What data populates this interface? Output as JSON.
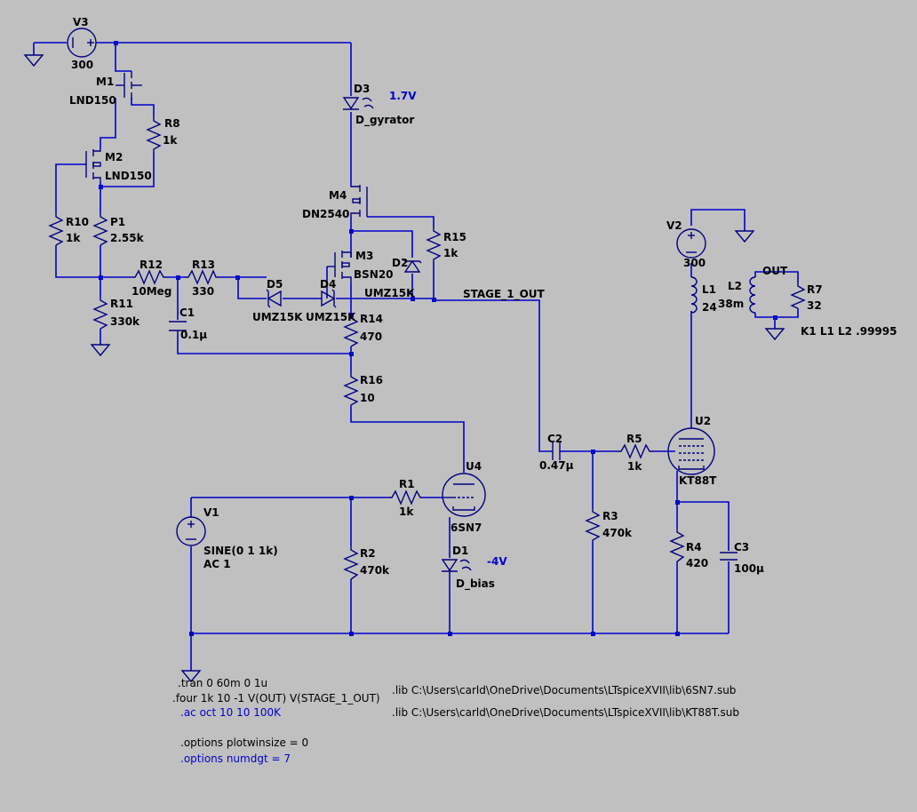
{
  "components": {
    "V3": {
      "ref": "V3",
      "value": "300"
    },
    "M1": {
      "ref": "M1",
      "value": "LND150"
    },
    "R8": {
      "ref": "R8",
      "value": "1k"
    },
    "M2": {
      "ref": "M2",
      "value": "LND150"
    },
    "R10": {
      "ref": "R10",
      "value": "1k"
    },
    "P1": {
      "ref": "P1",
      "value": "2.55k"
    },
    "R11": {
      "ref": "R11",
      "value": "330k"
    },
    "R12": {
      "ref": "R12",
      "value": "10Meg"
    },
    "R13": {
      "ref": "R13",
      "value": "330"
    },
    "C1": {
      "ref": "C1",
      "value": "0.1µ"
    },
    "D3": {
      "ref": "D3",
      "value": "D_gyrator",
      "voltage": "1.7V"
    },
    "M4": {
      "ref": "M4",
      "value": "DN2540"
    },
    "M3": {
      "ref": "M3",
      "value": "BSN20"
    },
    "R15": {
      "ref": "R15",
      "value": "1k"
    },
    "D2": {
      "ref": "D2",
      "value": "UMZ15K"
    },
    "D5": {
      "ref": "D5",
      "value": "UMZ15K"
    },
    "D4": {
      "ref": "D4",
      "value": "UMZ15K"
    },
    "R14": {
      "ref": "R14",
      "value": "470"
    },
    "R16": {
      "ref": "R16",
      "value": "10"
    },
    "U4": {
      "ref": "U4",
      "value": "6SN7"
    },
    "R1": {
      "ref": "R1",
      "value": "1k"
    },
    "V1": {
      "ref": "V1",
      "value": "SINE(0 1 1k)",
      "ac": "AC 1"
    },
    "R2": {
      "ref": "R2",
      "value": "470k"
    },
    "D1": {
      "ref": "D1",
      "value": "D_bias",
      "voltage": "-4V"
    },
    "C2": {
      "ref": "C2",
      "value": "0.47µ"
    },
    "R3": {
      "ref": "R3",
      "value": "470k"
    },
    "R5": {
      "ref": "R5",
      "value": "1k"
    },
    "U2": {
      "ref": "U2",
      "value": "KT88T"
    },
    "R4": {
      "ref": "R4",
      "value": "420"
    },
    "C3": {
      "ref": "C3",
      "value": "100µ"
    },
    "V2": {
      "ref": "V2",
      "value": "300"
    },
    "L1": {
      "ref": "L1",
      "value": "24"
    },
    "L2": {
      "ref": "L2",
      "value": "38m"
    },
    "R7": {
      "ref": "R7",
      "value": "32"
    }
  },
  "nets": {
    "stage1": "STAGE_1_OUT",
    "out": "OUT"
  },
  "coupling": "K1 L1 L2 .99995",
  "directives": {
    "tran": ".tran 0 60m 0 1u",
    "four": ".four 1k 10 -1 V(OUT) V(STAGE_1_OUT)",
    "ac": ".ac oct 10 10 100K",
    "opt1": ".options plotwinsize = 0",
    "opt2": ".options numdgt = 7",
    "lib1": ".lib C:\\Users\\carld\\OneDrive\\Documents\\LTspiceXVII\\lib\\6SN7.sub",
    "lib2": ".lib C:\\Users\\carld\\OneDrive\\Documents\\LTspiceXVII\\lib\\KT88T.sub"
  },
  "colors": {
    "background": "#c0c0c0",
    "wire": "#0000cc",
    "symbol": "#000080"
  }
}
